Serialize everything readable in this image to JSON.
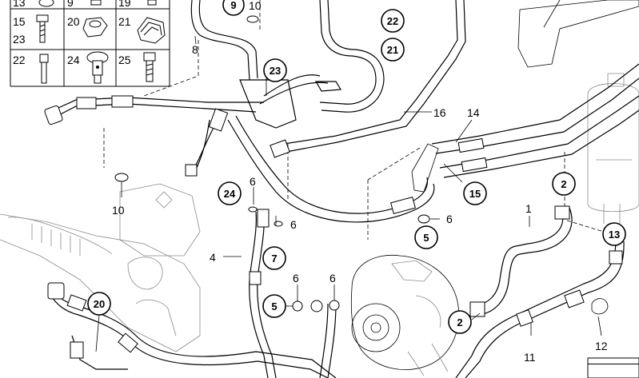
{
  "legend": {
    "cells": [
      {
        "num": "13",
        "icon": "hose-clamp-icon"
      },
      {
        "num": "9",
        "icon": "hex-bolt-icon"
      },
      {
        "num": "19",
        "icon": "bolt-icon"
      },
      {
        "num": "15",
        "icon": "flanged-bolt-icon"
      },
      {
        "num": "20",
        "icon": "hex-nut-icon"
      },
      {
        "num": "21",
        "icon": "grommet-icon"
      },
      {
        "num": "23",
        "icon": "flanged-bolt-icon"
      },
      {
        "num": "22",
        "icon": "stud-bolt-icon"
      },
      {
        "num": "24",
        "icon": "banjo-bolt-icon"
      },
      {
        "num": "25",
        "icon": "hex-bolt-icon"
      }
    ]
  },
  "labels": {
    "l9": "9",
    "l10a": "10",
    "l8": "8",
    "l16": "16",
    "l14": "14",
    "l10b": "10",
    "l6a": "6",
    "l6b": "6",
    "l6c": "6",
    "l6d": "6",
    "l6e": "6",
    "l4": "4",
    "l1": "1",
    "l11": "11",
    "l12": "12"
  },
  "callouts": {
    "c9": "9",
    "c22": "22",
    "c21": "21",
    "c23": "23",
    "c2a": "2",
    "c15": "15",
    "c24": "24",
    "c5a": "5",
    "c13": "13",
    "c7": "7",
    "c5b": "5",
    "c20": "20",
    "c2b": "2"
  }
}
